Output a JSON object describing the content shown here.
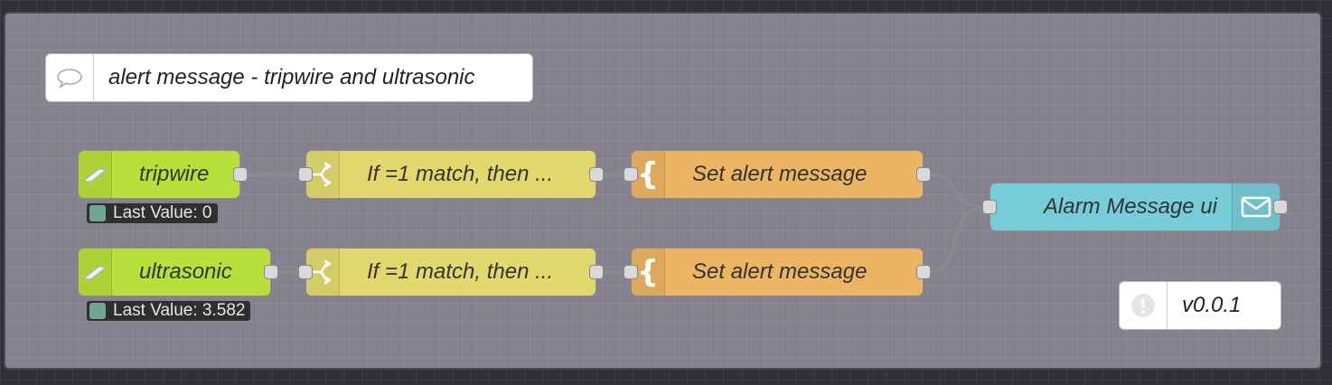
{
  "comment": {
    "text": "alert message - tripwire and ultrasonic",
    "icon": "comment-icon"
  },
  "nodes": {
    "tripwire": {
      "label": "tripwire",
      "status": "Last Value: 0",
      "color": "#b7e03a",
      "icon": "wire-icon"
    },
    "ultrasonic": {
      "label": "ultrasonic",
      "status": "Last Value: 3.582",
      "color": "#b7e03a",
      "icon": "wire-icon"
    },
    "switch1": {
      "label": "If =1 match, then ...",
      "color": "#e2d96e",
      "icon": "switch-icon"
    },
    "switch2": {
      "label": "If =1 match, then ...",
      "color": "#e2d96e",
      "icon": "switch-icon"
    },
    "template1": {
      "label": "Set alert message",
      "color": "#ebb563",
      "icon": "template-icon"
    },
    "template2": {
      "label": "Set alert message",
      "color": "#ebb563",
      "icon": "template-icon"
    },
    "alarm": {
      "label": "Alarm Message ui",
      "color": "#76cdd8",
      "icon": "envelope-icon"
    }
  },
  "version": {
    "text": "v0.0.1",
    "icon": "alert-icon"
  },
  "status_color": "#6fa88f"
}
